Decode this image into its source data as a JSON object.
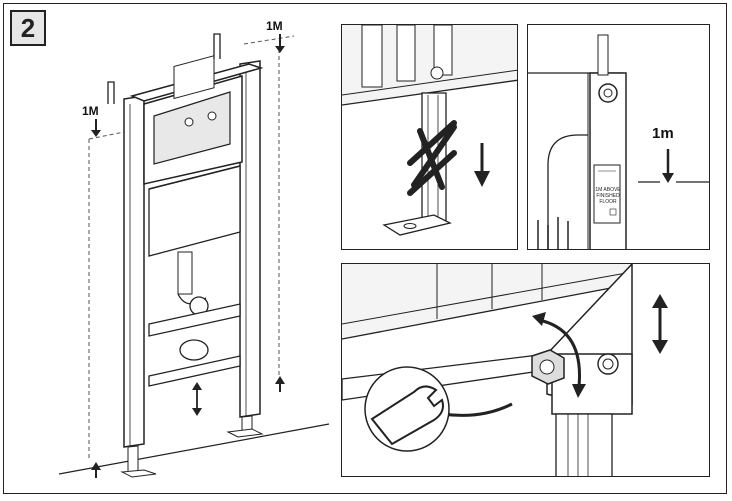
{
  "step_number": "2",
  "main_figure": {
    "left_height_label": "1M",
    "right_height_label": "1M"
  },
  "detail_height": {
    "height_label": "1m",
    "sticker_lines": [
      "1M ABOVE",
      "FINISHED",
      "FLOOR"
    ]
  }
}
